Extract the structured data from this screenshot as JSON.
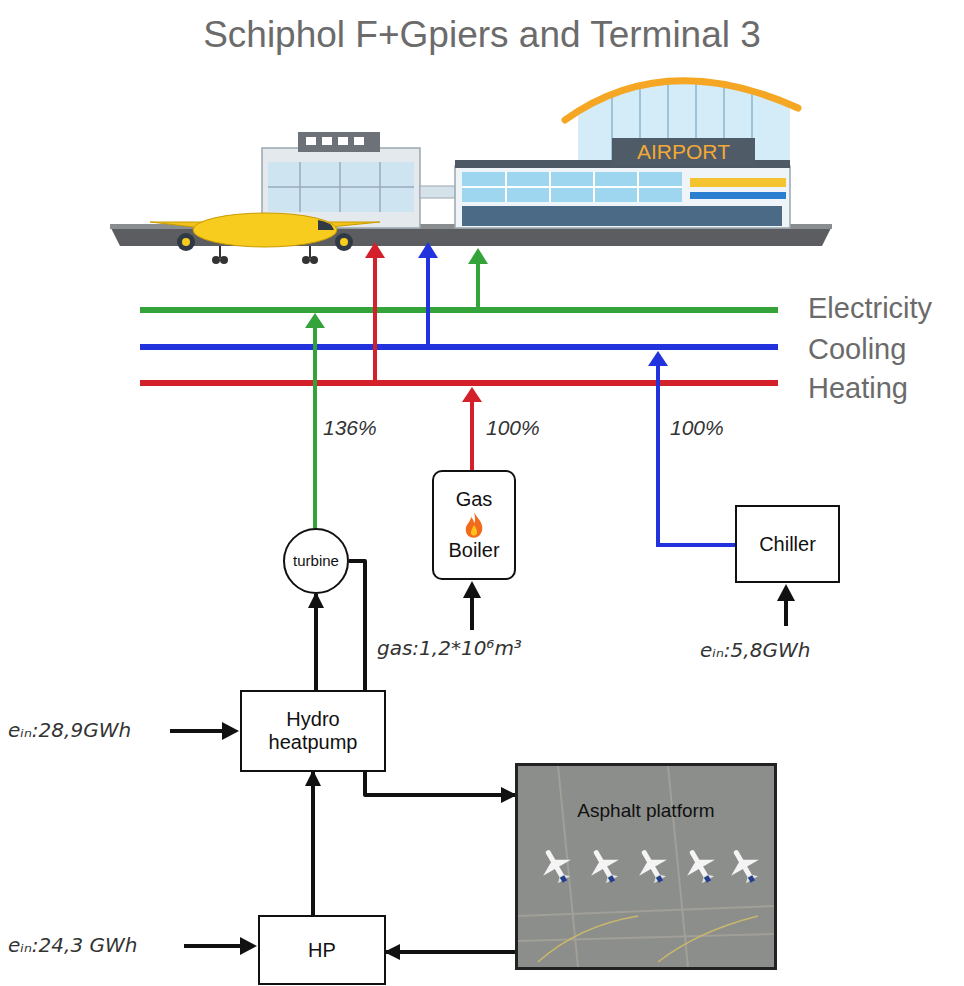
{
  "diagram": {
    "title": "Schiphol F+Gpiers and Terminal 3",
    "nodes": [
      {
        "text": [
          "Gas",
          "Boiler"
        ]
      },
      {
        "text": [
          "Chiller"
        ]
      },
      {
        "text": [
          "turbine"
        ]
      },
      {
        "text": [
          "Hydro heatpump"
        ]
      },
      {
        "text": [
          "Asphalt platform"
        ]
      },
      {
        "text": [
          "HP"
        ]
      }
    ],
    "edges": [
      {
        "from": 5,
        "to": 3,
        "arrow": "to"
      },
      {
        "from": 3,
        "to": 2,
        "arrow": "to"
      },
      {
        "from": 2,
        "to": 4,
        "arrow": "to"
      },
      {
        "from": 4,
        "to": 5,
        "arrow": "to"
      }
    ],
    "labels": [
      "AIRPORT",
      "Electricity",
      "Cooling",
      "Heating",
      "136%",
      "100%",
      "100%",
      "gas:1,2*10⁶m³",
      "eᵢₙ:5,8GWh",
      "eᵢₙ:28,9GWh",
      "eᵢₙ:24,3 GWh"
    ]
  }
}
